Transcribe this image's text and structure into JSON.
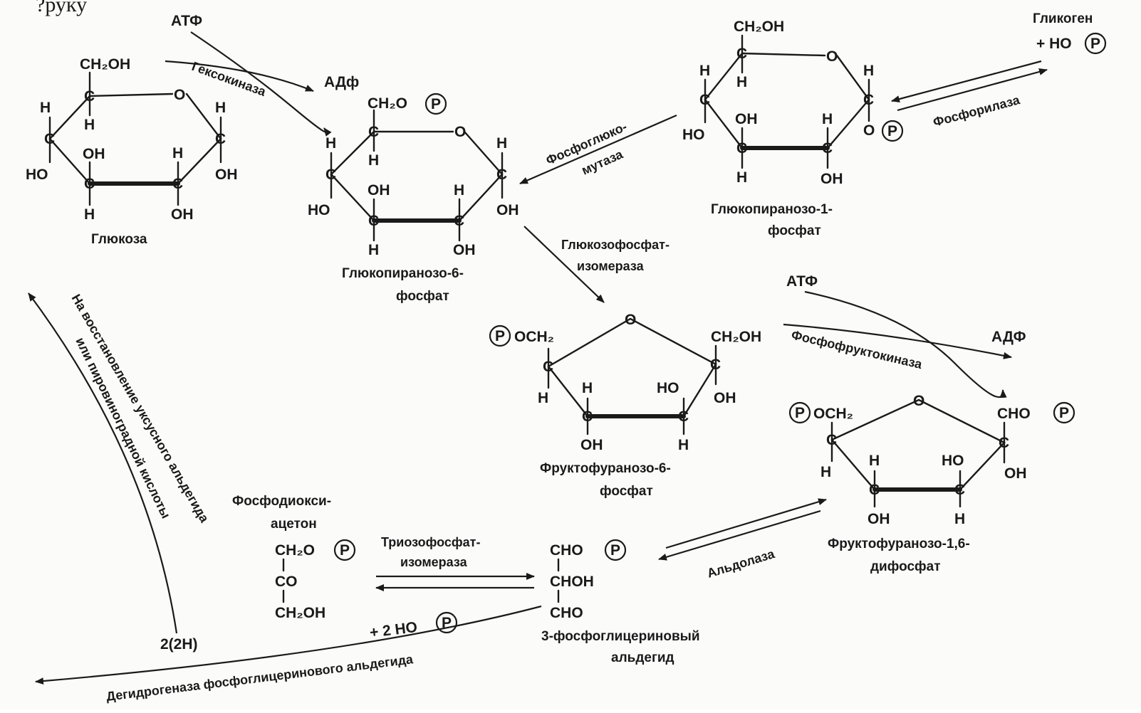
{
  "top_text": "?руку",
  "atp": "АТФ",
  "adp": "АДф",
  "adp_alt": "АДФ",
  "enz": {
    "hexokinase": "Гексокиназа",
    "phosphogluco_1": "Фосфоглюко-",
    "phosphogluco_2": "мутаза",
    "phosphorylase": "Фосфорилаза",
    "gpi_1": "Глюкозофосфат-",
    "gpi_2": "изомераза",
    "pfk": "Фосфофруктокиназа",
    "aldolase": "Альдолаза",
    "tpi_1": "Триозофосфат-",
    "tpi_2": "изомераза",
    "dehydrogenase": "Дегидрогеназа фосфоглицеринового альдегида",
    "side_1": "На восстановление уксусного альдегида",
    "side_2": "или пировиноградной кислоты"
  },
  "compounds": {
    "glucose": "Глюкоза",
    "g6p_1": "Глюкопиранозо-6-",
    "g6p_2": "фосфат",
    "g1p_1": "Глюкопиранозо-1-",
    "g1p_2": "фосфат",
    "glycogen": "Гликоген",
    "plus_hop": "+ HO",
    "f6p_1": "Фруктофуранозо-6-",
    "f6p_2": "фосфат",
    "f16bp_1": "Фруктофуранозо-1,6-",
    "f16bp_2": "дифосфат",
    "dhap_1": "Фосфодиокси-",
    "dhap_2": "ацетон",
    "g3p_1": "3-фосфоглицериновый",
    "g3p_2": "альдегид",
    "plus_2hop": "+ 2 HO",
    "two_2h": "2(2H)"
  },
  "atoms": {
    "H": "H",
    "OH": "OH",
    "HO": "HO",
    "O": "O",
    "C": "C",
    "P": "P",
    "CH2OH": "CH₂OH",
    "CH2O": "CH₂O",
    "OCH2": "OCH₂",
    "CHO": "CHO",
    "CHOH": "CHOH",
    "CO": "CO"
  }
}
